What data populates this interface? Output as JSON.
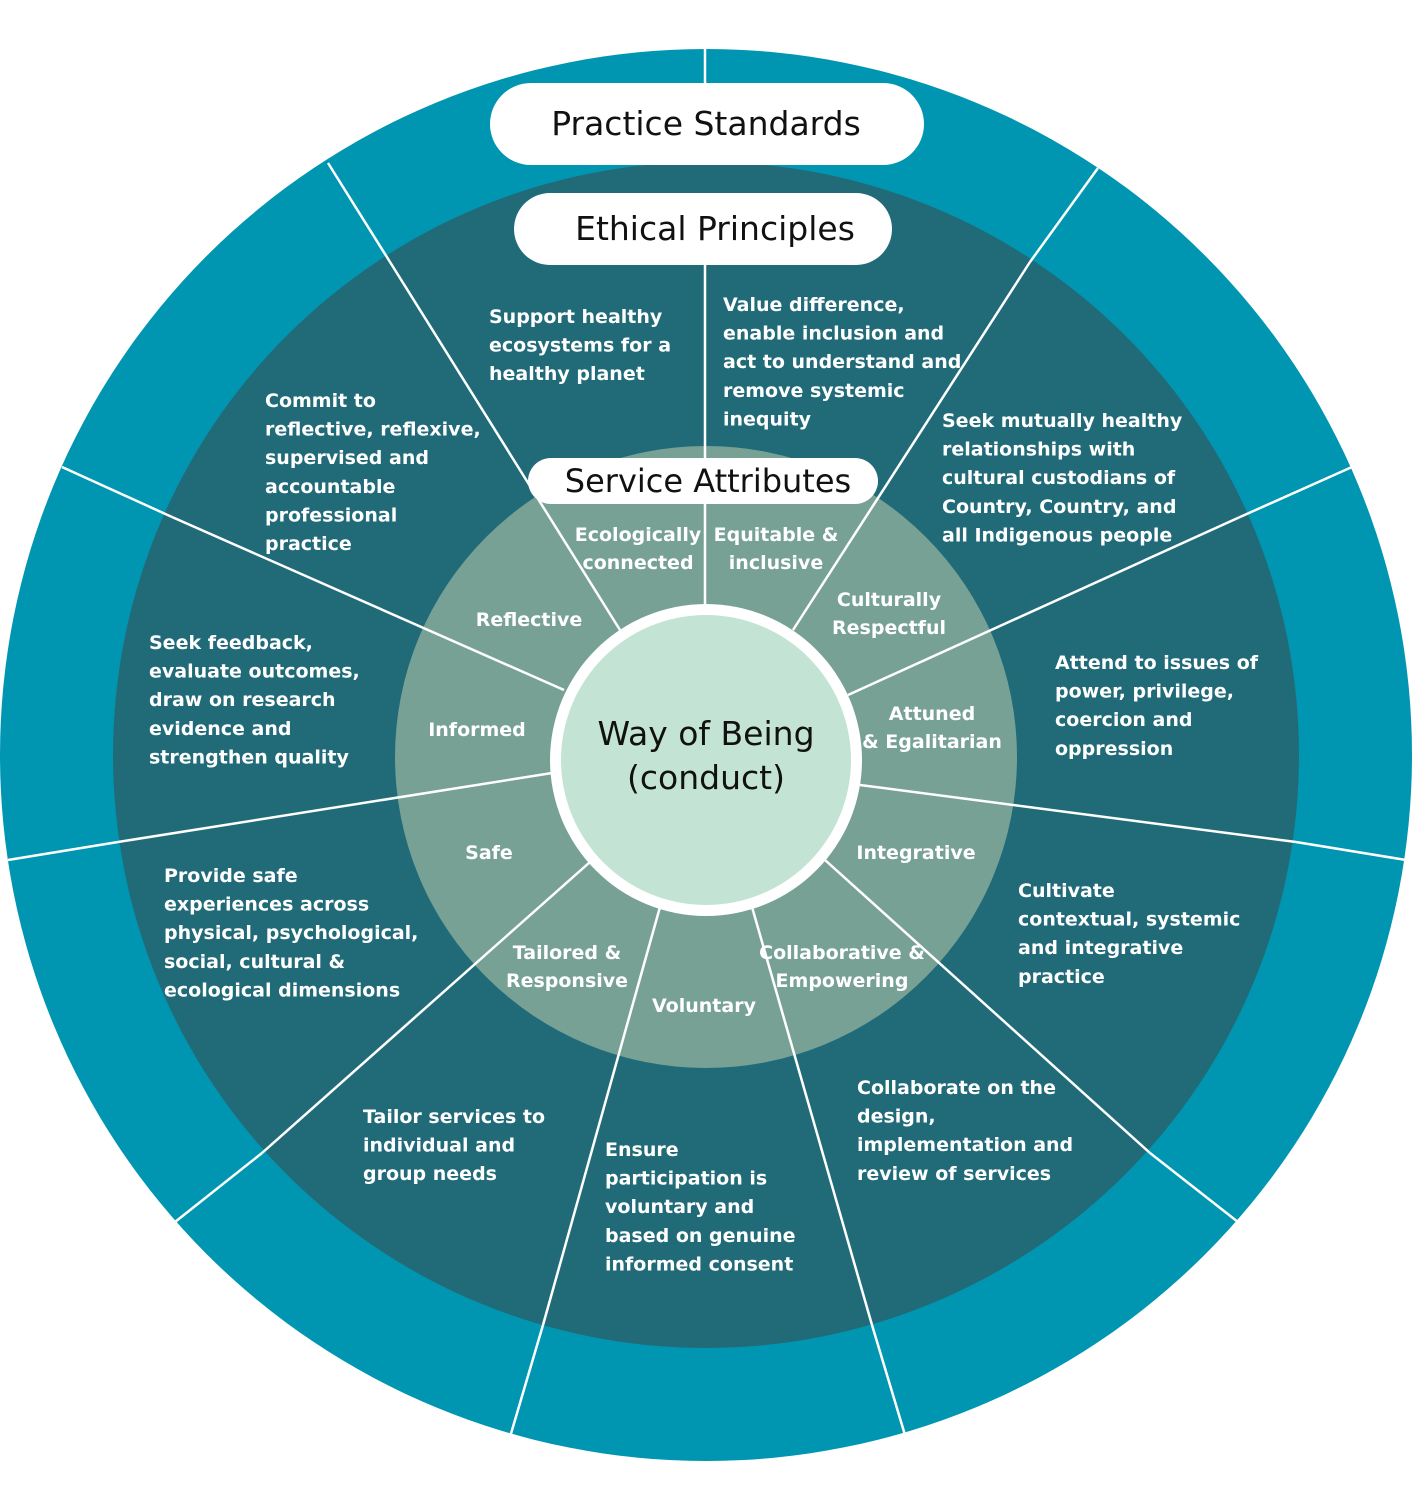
{
  "colors": {
    "outer_ring": "#0096b2",
    "middle_ring": "#216b79",
    "attribute_ring": "#78a196",
    "core": "#c3e4d4",
    "divider": "#ffffff",
    "pill": "#ffffff",
    "pill_text": "#111111"
  },
  "headers": {
    "practice_standards": "Practice Standards",
    "ethical_principles": "Ethical Principles",
    "service_attributes": "Service Attributes"
  },
  "core": {
    "line1": "Way of Being",
    "line2": "(conduct)"
  },
  "attributes": [
    {
      "id": "ecologically-connected",
      "lines": [
        "Ecologically",
        "connected"
      ]
    },
    {
      "id": "equitable-inclusive",
      "lines": [
        "Equitable &",
        "inclusive"
      ]
    },
    {
      "id": "culturally-respectful",
      "lines": [
        "Culturally",
        "Respectful"
      ]
    },
    {
      "id": "attuned-egalitarian",
      "lines": [
        "Attuned",
        "& Egalitarian"
      ]
    },
    {
      "id": "integrative",
      "lines": [
        "Integrative"
      ]
    },
    {
      "id": "collaborative-empowering",
      "lines": [
        "Collaborative &",
        "Empowering"
      ]
    },
    {
      "id": "voluntary",
      "lines": [
        "Voluntary"
      ]
    },
    {
      "id": "tailored-responsive",
      "lines": [
        "Tailored &",
        "Responsive"
      ]
    },
    {
      "id": "safe",
      "lines": [
        "Safe"
      ]
    },
    {
      "id": "informed",
      "lines": [
        "Informed"
      ]
    },
    {
      "id": "reflective",
      "lines": [
        "Reflective"
      ]
    }
  ],
  "principles": [
    {
      "id": "healthy-ecosystems",
      "lines": [
        "Support healthy",
        "ecosystems for a",
        "healthy planet"
      ]
    },
    {
      "id": "value-difference",
      "lines": [
        "Value difference,",
        "enable inclusion and",
        "act to understand and",
        "remove systemic",
        "inequity"
      ]
    },
    {
      "id": "healthy-relationships",
      "lines": [
        "Seek mutually healthy",
        "relationships with",
        "cultural custodians of",
        "Country, Country, and",
        "all Indigenous people"
      ]
    },
    {
      "id": "power-privilege",
      "lines": [
        "Attend to issues of",
        "power, privilege,",
        "coercion and",
        "oppression"
      ]
    },
    {
      "id": "contextual-practice",
      "lines": [
        "Cultivate",
        "contextual, systemic",
        "and integrative",
        "practice"
      ]
    },
    {
      "id": "collaborate-design",
      "lines": [
        "Collaborate on the",
        "design,",
        "implementation and",
        "review of services"
      ]
    },
    {
      "id": "voluntary-consent",
      "lines": [
        "Ensure",
        "participation is",
        "voluntary and",
        "based on genuine",
        "informed consent"
      ]
    },
    {
      "id": "tailor-services",
      "lines": [
        "Tailor services to",
        "individual and",
        "group needs"
      ]
    },
    {
      "id": "safe-experiences",
      "lines": [
        "Provide safe",
        "experiences across",
        "physical, psychological,",
        "social, cultural &",
        "ecological dimensions"
      ]
    },
    {
      "id": "seek-feedback",
      "lines": [
        "Seek feedback,",
        "evaluate outcomes,",
        "draw on research",
        "evidence and",
        "strengthen quality"
      ]
    },
    {
      "id": "reflective-practice",
      "lines": [
        "Commit to",
        "reflective, reflexive,",
        "supervised and",
        "accountable",
        "professional",
        "practice"
      ]
    }
  ]
}
